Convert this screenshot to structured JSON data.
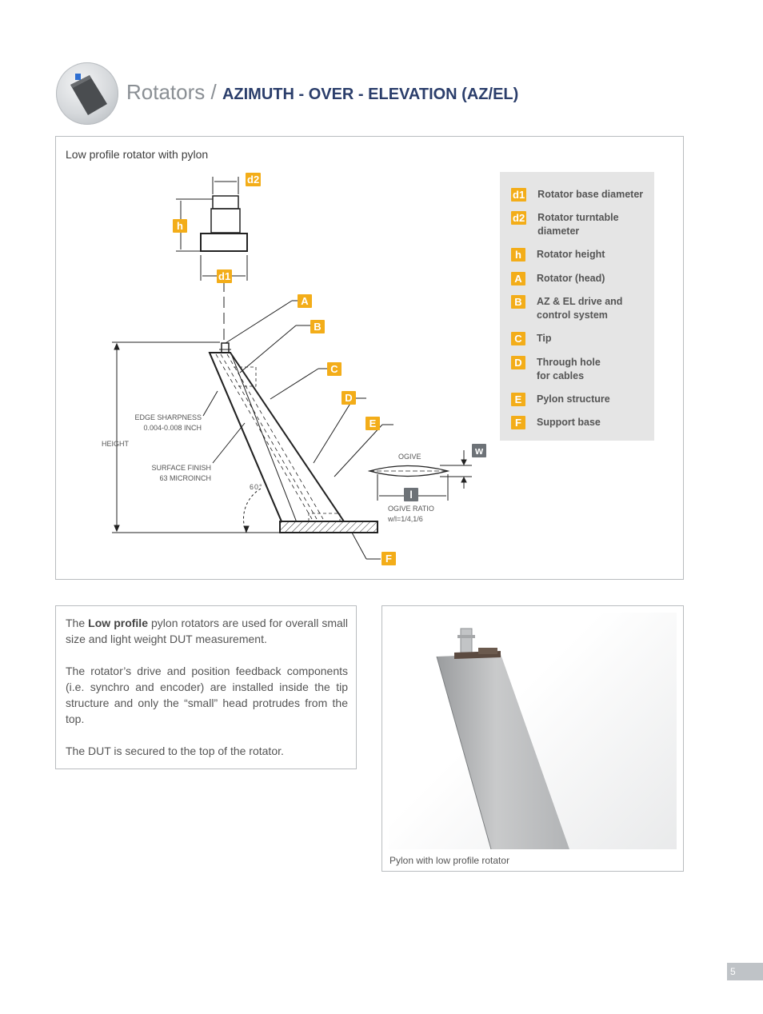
{
  "header": {
    "title_light": "Rotators / ",
    "title_bold": "AZIMUTH - OVER - ELEVATION (AZ/EL)"
  },
  "diagram": {
    "title": "Low profile rotator with pylon",
    "legend": [
      {
        "tag": "d1",
        "label": "Rotator base diameter"
      },
      {
        "tag": "d2",
        "label": "Rotator turntable diameter"
      },
      {
        "tag": "h",
        "label": "Rotator height"
      },
      {
        "tag": "A",
        "label": "Rotator (head)"
      },
      {
        "tag": "B",
        "label": "AZ & EL drive and control system"
      },
      {
        "tag": "C",
        "label": "Tip"
      },
      {
        "tag": "D",
        "label": "Through hole for cables"
      },
      {
        "tag": "E",
        "label": "Pylon structure"
      },
      {
        "tag": "F",
        "label": "Support base"
      }
    ],
    "tags": {
      "d1": "d1",
      "d2": "d2",
      "h": "h",
      "A": "A",
      "B": "B",
      "C": "C",
      "D": "D",
      "E": "E",
      "F": "F",
      "w": "w",
      "l": "l"
    },
    "annotations": {
      "edge_sharpness": "EDGE SHARPNESS",
      "edge_sharpness_value": "0.004-0.008 INCH",
      "height": "HEIGHT",
      "surface_finish": "SURFACE FINISH",
      "surface_finish_value": "63 MICROINCH",
      "angle": "60°",
      "ogive": "OGIVE",
      "ogive_ratio": "OGIVE RATIO",
      "ogive_ratio_value": "w/l=1/4,1/6"
    }
  },
  "description": {
    "p1_pre": "The ",
    "p1_bold": "Low profile",
    "p1_post": " pylon rotators are used for overall small size and light weight DUT measurement.",
    "p2": "The rotator’s drive and position feedback components (i.e. synchro and encoder) are installed inside the tip structure and only the “small” head protrudes from the top.",
    "p3": "The DUT is secured to the top of the rotator."
  },
  "photo": {
    "caption": "Pylon with low profile rotator"
  },
  "page_number": "5",
  "colors": {
    "tag_orange": "#f3ad19",
    "tag_gray": "#6d7277",
    "title_blue": "#2b3e6b",
    "legend_bg": "#e5e5e5"
  }
}
